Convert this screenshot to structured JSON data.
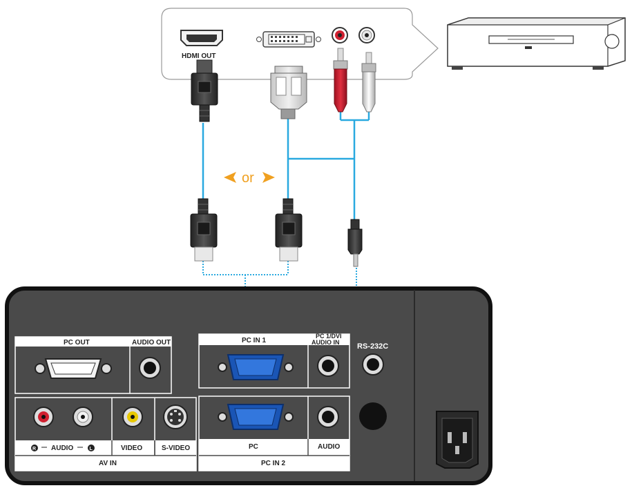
{
  "source_device": {
    "hdmi_out_label": "HDMI OUT"
  },
  "connector_choice": {
    "or_label": "or"
  },
  "projector_panel": {
    "pc_out_label": "PC OUT",
    "audio_out_label": "AUDIO OUT",
    "pc_in_1_label": "PC IN 1",
    "pc_dvi_audio_in_label_line1": "PC 1/DVI",
    "pc_dvi_audio_in_label_line2": "AUDIO IN",
    "rs232c_label": "RS-232C",
    "av_in": {
      "audio_label": "AUDIO",
      "right_marker": "R",
      "left_marker": "L",
      "video_label": "VIDEO",
      "svideo_label": "S-VIDEO",
      "group_label": "AV IN"
    },
    "pc_in_2": {
      "pc_label": "PC",
      "audio_label": "AUDIO",
      "group_label": "PC IN 2"
    }
  },
  "colors": {
    "cable": "#29a9e0",
    "or_arrows": "#f0a020",
    "panel": "#4a4a4a",
    "vga_port": "#2266cc",
    "rca_red": "#d02030",
    "rca_yellow": "#e8c800"
  }
}
